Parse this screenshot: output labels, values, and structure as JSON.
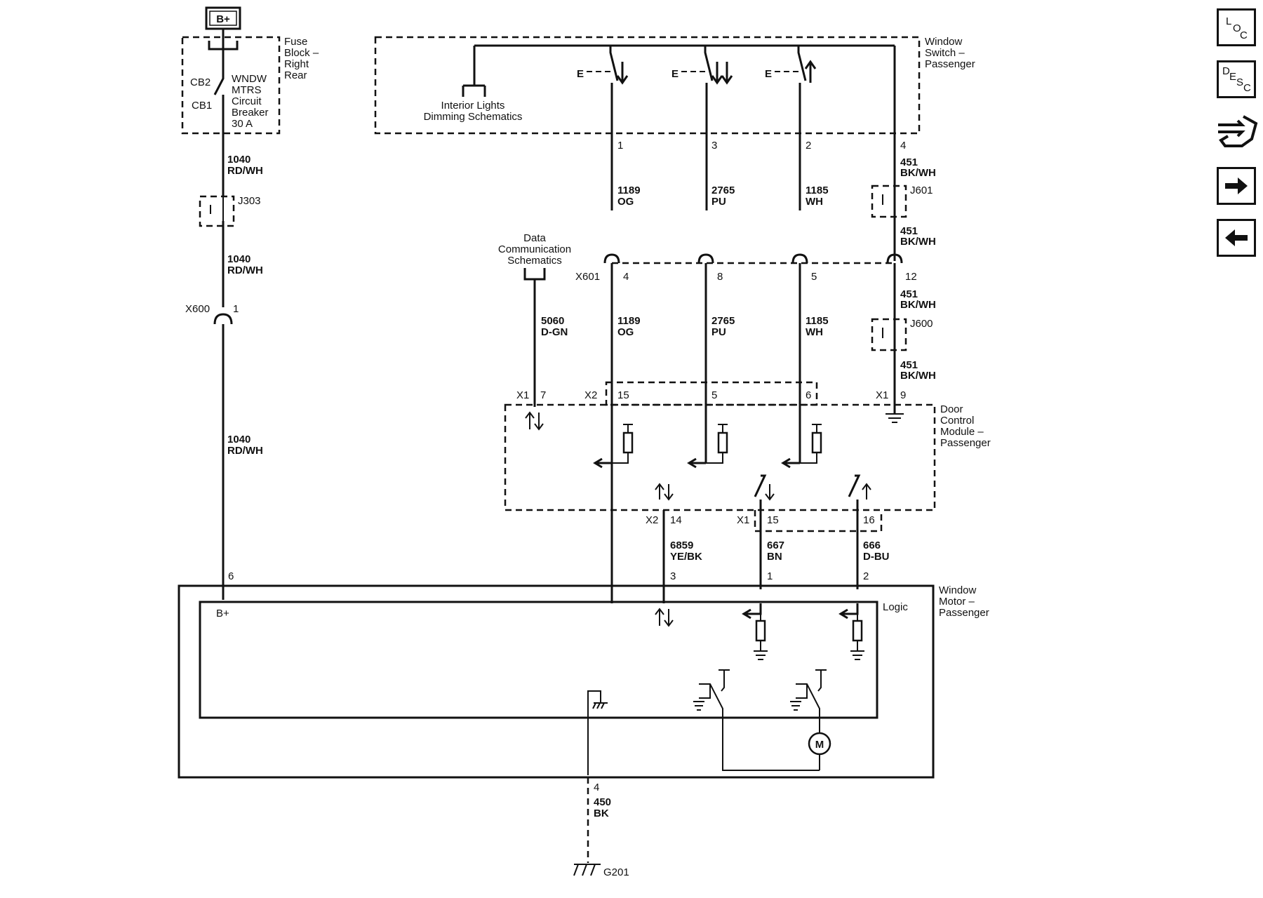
{
  "power": {
    "bplus": "B+",
    "bplus_internal": "B+"
  },
  "fuse": {
    "block_label": [
      "Fuse",
      "Block –",
      "Right",
      "Rear"
    ],
    "cb2": "CB2",
    "cb1": "CB1",
    "breaker": [
      "WNDW",
      "MTRS",
      "Circuit",
      "Breaker",
      "30 A"
    ]
  },
  "switch_module": {
    "label": [
      "Window",
      "Switch –",
      "Passenger"
    ],
    "interior_link": [
      "Interior Lights",
      "Dimming Schematics"
    ],
    "pins": [
      "1",
      "3",
      "2",
      "4"
    ]
  },
  "wires_top": [
    {
      "circuit": "1189",
      "color": "OG"
    },
    {
      "circuit": "2765",
      "color": "PU"
    },
    {
      "circuit": "1185",
      "color": "WH"
    }
  ],
  "ground_wire": {
    "circuit": "451",
    "color": "BK/WH"
  },
  "splices": {
    "j601": "J601",
    "j600": "J600",
    "j303": "J303"
  },
  "connector_x601": {
    "name": "X601",
    "pins": [
      "4",
      "8",
      "5",
      "12"
    ]
  },
  "connector_x600": {
    "name": "X600",
    "pin": "1"
  },
  "feed_wire": {
    "circuit": "1040",
    "color": "RD/WH"
  },
  "data_comm": {
    "link": [
      "Data",
      "Communication",
      "Schematics"
    ],
    "circuit": "5060",
    "color": "D-GN"
  },
  "dcm": {
    "label": [
      "Door",
      "Control",
      "Module –",
      "Passenger"
    ],
    "x1": "X1",
    "x2": "X2",
    "top_pins": [
      "7",
      "15",
      "5",
      "6",
      "9"
    ],
    "bottom_pins": [
      "14",
      "15",
      "16"
    ]
  },
  "wires_bottom": [
    {
      "circuit": "6859",
      "color": "YE/BK"
    },
    {
      "circuit": "667",
      "color": "BN"
    },
    {
      "circuit": "666",
      "color": "D-BU"
    }
  ],
  "motor": {
    "label": [
      "Window",
      "Motor –",
      "Passenger"
    ],
    "logic": "Logic",
    "pins": [
      "6",
      "3",
      "1",
      "2"
    ],
    "ground_pin": "4",
    "motor_symbol": "M"
  },
  "ground": {
    "circuit": "450",
    "color": "BK",
    "name": "G201"
  },
  "nav": {
    "loc": [
      "L",
      "O",
      "C"
    ],
    "desc": [
      "D",
      "E",
      "S",
      "C"
    ]
  }
}
